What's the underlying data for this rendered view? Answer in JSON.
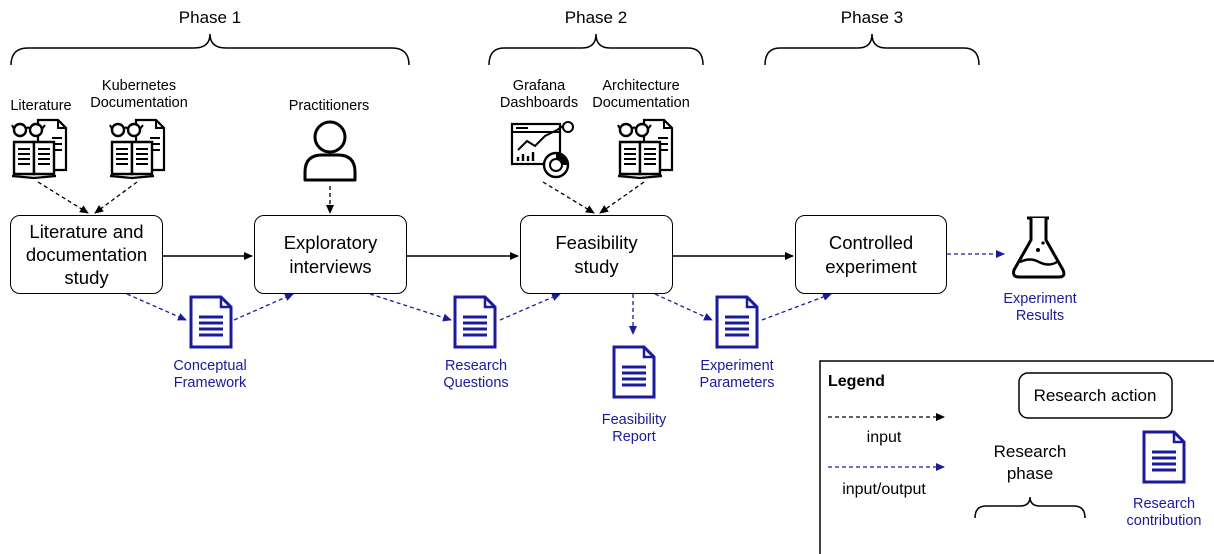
{
  "phases": [
    {
      "label": "Phase 1"
    },
    {
      "label": "Phase 2"
    },
    {
      "label": "Phase 3"
    }
  ],
  "sources": {
    "literature": "Literature",
    "kubernetes_line1": "Kubernetes",
    "kubernetes_line2": "Documentation",
    "practitioners": "Practitioners",
    "grafana_line1": "Grafana",
    "grafana_line2": "Dashboards",
    "architecture_line1": "Architecture",
    "architecture_line2": "Documentation"
  },
  "actions": {
    "lit_line1": "Literature and",
    "lit_line2": "documentation",
    "lit_line3": "study",
    "interviews_line1": "Exploratory",
    "interviews_line2": "interviews",
    "feasibility_line1": "Feasibility",
    "feasibility_line2": "study",
    "experiment_line1": "Controlled",
    "experiment_line2": "experiment"
  },
  "contributions": {
    "conceptual_line1": "Conceptual",
    "conceptual_line2": "Framework",
    "questions_line1": "Research",
    "questions_line2": "Questions",
    "report_line1": "Feasibility",
    "report_line2": "Report",
    "parameters_line1": "Experiment",
    "parameters_line2": "Parameters",
    "results_line1": "Experiment",
    "results_line2": "Results"
  },
  "legend": {
    "title": "Legend",
    "input": "input",
    "input_output": "input/output",
    "research_action": "Research action",
    "research_phase_line1": "Research",
    "research_phase_line2": "phase",
    "research_contribution_line1": "Research",
    "research_contribution_line2": "contribution"
  },
  "colors": {
    "contribution_blue": "#1a1a9c",
    "input_black": "#000000"
  },
  "icons": {
    "book": "book-with-glasses-icon",
    "person": "person-icon",
    "dashboard": "dashboard-icon",
    "document": "document-icon",
    "flask": "flask-icon"
  }
}
